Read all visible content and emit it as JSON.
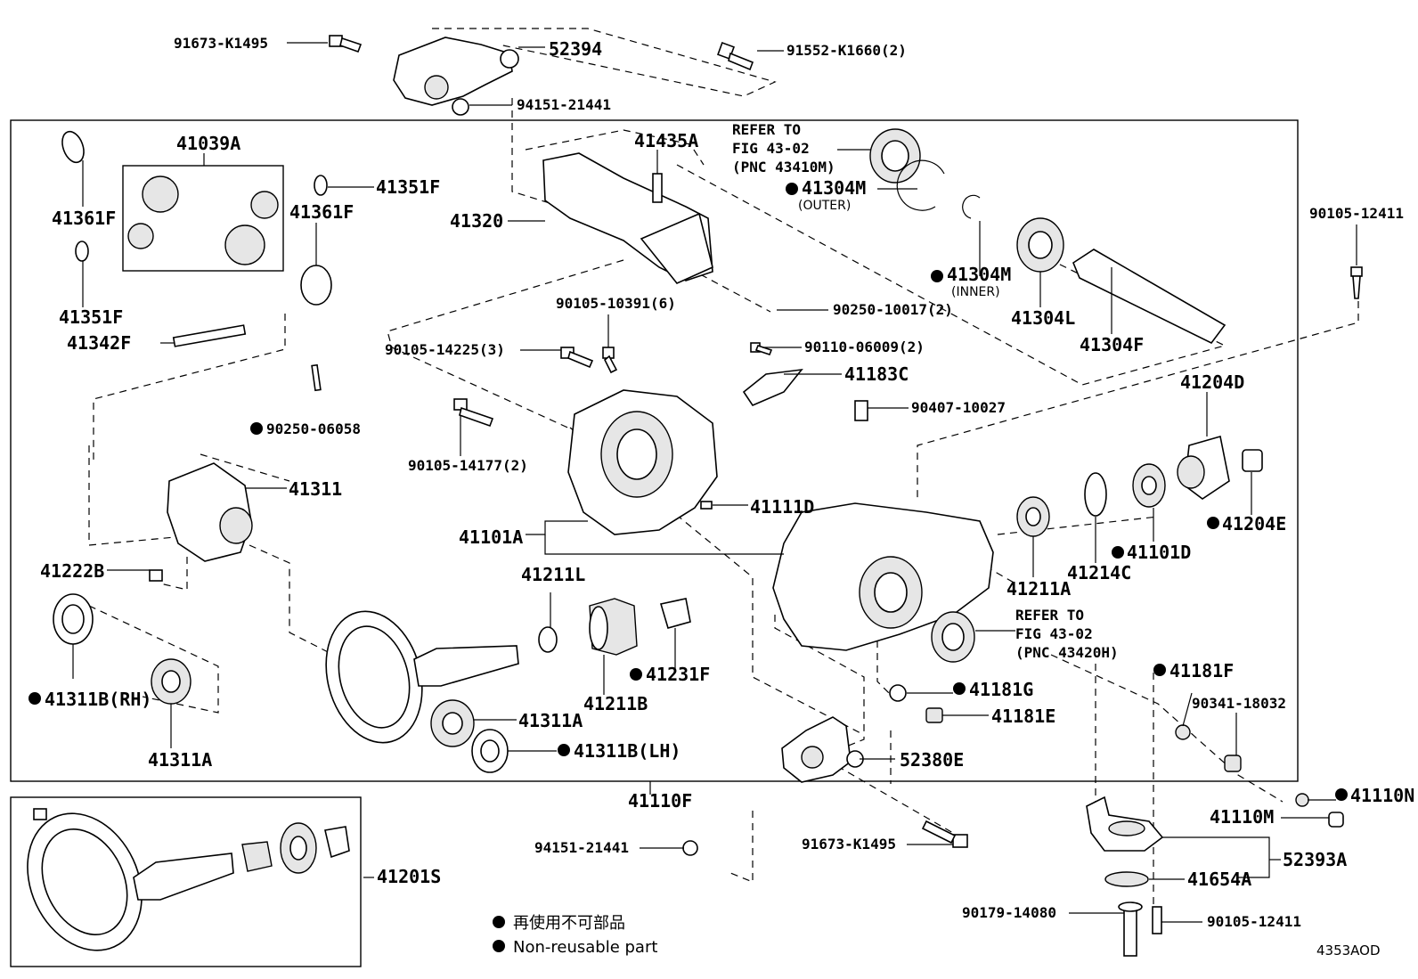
{
  "labels": {
    "l_91673a": "91673-K1495",
    "l_52394": "52394",
    "l_91552": "91552-K1660(2)",
    "l_94151a": "94151-21441",
    "l_41039A": "41039A",
    "l_41361F_a": "41361F",
    "l_41351F_a": "41351F",
    "l_41361F_b": "41361F",
    "l_41351F_b": "41351F",
    "l_41342F": "41342F",
    "l_90250_06058": "90250-06058",
    "l_41435A": "41435A",
    "l_41320": "41320",
    "l_refer1_a": "REFER TO",
    "l_refer1_b": "FIG 43-02",
    "l_refer1_c": "(PNC 43410M)",
    "l_41304M_o": "41304M",
    "l_outer": "(OUTER)",
    "l_41304M_i": "41304M",
    "l_inner": "(INNER)",
    "l_41304L": "41304L",
    "l_41304F": "41304F",
    "l_90105_12411a": "90105-12411",
    "l_90105_10391": "90105-10391(6)",
    "l_90250_10017": "90250-10017(2)",
    "l_90105_14225": "90105-14225(3)",
    "l_90110": "90110-06009(2)",
    "l_41183C": "41183C",
    "l_90407": "90407-10027",
    "l_90105_14177": "90105-14177(2)",
    "l_41204D": "41204D",
    "l_41311": "41311",
    "l_41111D": "41111D",
    "l_41101A": "41101A",
    "l_41204E": "41204E",
    "l_41101D": "41101D",
    "l_41214C": "41214C",
    "l_41211A": "41211A",
    "l_41222B": "41222B",
    "l_41211L": "41211L",
    "l_refer2_a": "REFER TO",
    "l_refer2_b": "FIG 43-02",
    "l_refer2_c": "(PNC 43420H)",
    "l_41231F": "41231F",
    "l_41211B": "41211B",
    "l_41181F": "41181F",
    "l_41181G": "41181G",
    "l_90341": "90341-18032",
    "l_41311B_RH": "41311B(RH)",
    "l_41181E": "41181E",
    "l_41311A_a": "41311A",
    "l_41311A_b": "41311A",
    "l_41311B_LH": "41311B(LH)",
    "l_52380E": "52380E",
    "l_41110F": "41110F",
    "l_41110N": "41110N",
    "l_41110M": "41110M",
    "l_41201S": "41201S",
    "l_94151b": "94151-21441",
    "l_91673b": "91673-K1495",
    "l_52393A": "52393A",
    "l_41654A": "41654A",
    "l_90179": "90179-14080",
    "l_90105_12411b": "90105-12411"
  },
  "legend": {
    "jp": "再使用不可部品",
    "en": "Non-reusable part"
  },
  "diagram_code": "4353AOD"
}
